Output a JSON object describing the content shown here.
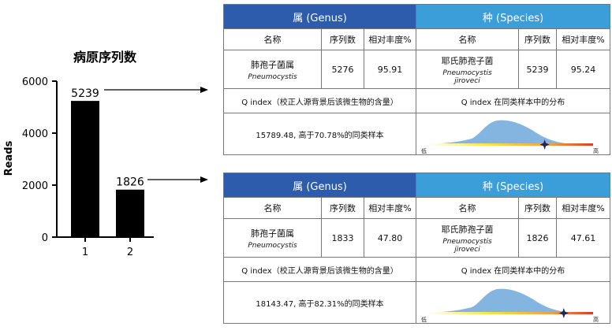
{
  "chart_data": {
    "type": "bar",
    "title": "病原序列数",
    "ylabel": "Reads",
    "xlabel": "",
    "categories": [
      "1",
      "2"
    ],
    "values": [
      5239,
      1826
    ],
    "data_labels": [
      "5239",
      "1826"
    ],
    "ylim": [
      0,
      6000
    ],
    "yticks": [
      0,
      2000,
      4000,
      6000
    ],
    "bar_color": "#000000"
  },
  "tables": [
    {
      "genus_header": "属 (Genus)",
      "species_header": "种 (Species)",
      "col_name": "名称",
      "col_count": "序列数",
      "col_abundance": "相对丰度%",
      "genus_name": "肺孢子菌属",
      "genus_latin": "Pneumocystis",
      "genus_count": "5276",
      "genus_abundance": "95.91",
      "species_name": "耶氏肺孢子菌",
      "species_latin_1": "Pneumocystis",
      "species_latin_2": "jiroveci",
      "species_count": "5239",
      "species_abundance": "95.24",
      "qindex_label": "Q index（校正人源背景后该微生物的含量）",
      "qindex_dist_label": "Q index 在同类样本中的分布",
      "qindex_value": "15789.48, 高于70.78%的同类样本",
      "low_label": "低",
      "high_label": "高",
      "percentile": 70.78
    },
    {
      "genus_header": "属 (Genus)",
      "species_header": "种 (Species)",
      "col_name": "名称",
      "col_count": "序列数",
      "col_abundance": "相对丰度%",
      "genus_name": "肺孢子菌属",
      "genus_latin": "Pneumocystis",
      "genus_count": "1833",
      "genus_abundance": "47.80",
      "species_name": "耶氏肺孢子菌",
      "species_latin_1": "Pneumocystis",
      "species_latin_2": "jiroveci",
      "species_count": "1826",
      "species_abundance": "47.61",
      "qindex_label": "Q index（校正人源背景后该微生物的含量）",
      "qindex_dist_label": "Q index 在同类样本中的分布",
      "qindex_value": "18143.47, 高于82.31%的同类样本",
      "low_label": "低",
      "high_label": "高",
      "percentile": 82.31
    }
  ],
  "colors": {
    "genus_header": "#2e5cac",
    "species_header": "#3b9ed8",
    "distribution_fill": "#6ea8dc"
  }
}
